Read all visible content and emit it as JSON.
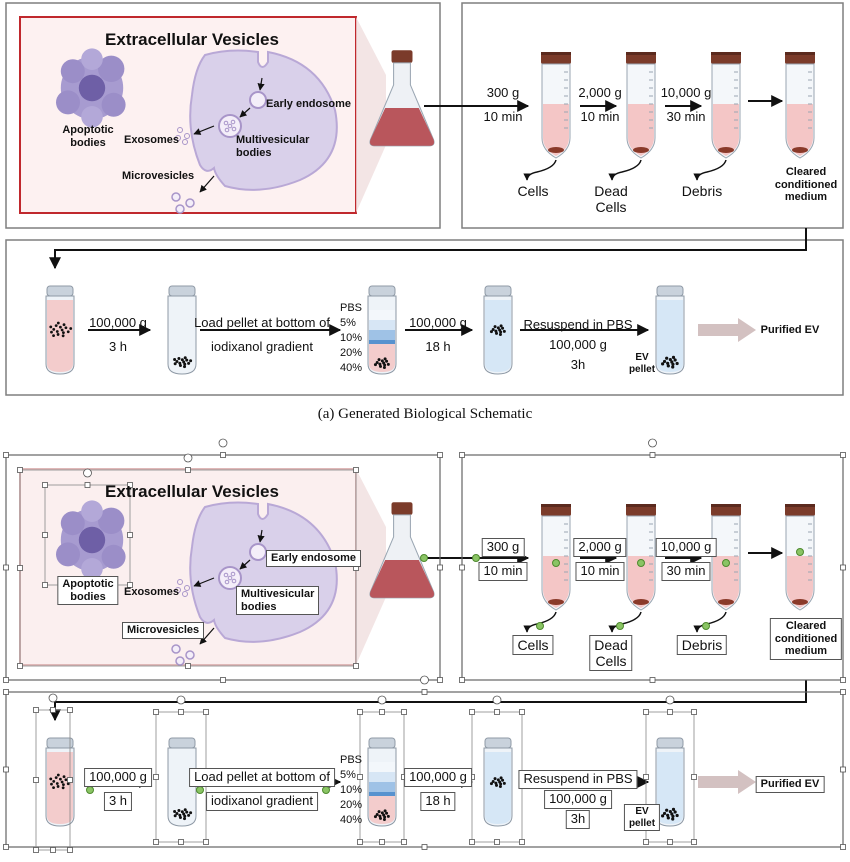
{
  "panel_a": {
    "ev": {
      "title": "Extracellular Vesicles",
      "apoptotic": "Apoptotic\nbodies",
      "exosomes": "Exosomes",
      "microvesicles": "Microvesicles",
      "early_endosome": "Early endosome",
      "mvb": "Multivesicular\nbodies"
    },
    "centrifuge": {
      "steps": [
        {
          "speed": "300 g",
          "time": "10 min"
        },
        {
          "speed": "2,000 g",
          "time": "10 min"
        },
        {
          "speed": "10,000 g",
          "time": "30 min"
        }
      ],
      "outputs": [
        "Cells",
        "Dead\nCells",
        "Debris"
      ],
      "cleared": "Cleared\nconditioned\nmedium"
    },
    "purification": {
      "step1_speed": "100,000 g",
      "step1_time": "3 h",
      "load_line1": "Load pellet at bottom of",
      "load_line2": "iodixanol gradient",
      "gradient": [
        "PBS",
        "5%",
        "10%",
        "20%",
        "40%"
      ],
      "step2_speed": "100,000 g",
      "step2_time": "18 h",
      "resuspend": "Resuspend in PBS",
      "step3_speed": "100,000 g",
      "step3_time": "3h",
      "ev_pellet": "EV\npellet",
      "final": "Purified EV"
    }
  },
  "caption_a": "(a) Generated Biological Schematic",
  "panel_b": {
    "ev": {
      "title": "Extracellular Vesicles",
      "apoptotic": "Apoptotic\nbodies",
      "exosomes": "Exosomes",
      "microvesicles": "Microvesicles",
      "early_endosome": "Early endosome",
      "mvb": "Multivesicular\nbodies"
    },
    "centrifuge": {
      "steps": [
        {
          "speed": "300 g",
          "time": "10 min"
        },
        {
          "speed": "2,000 g",
          "time": "10 min"
        },
        {
          "speed": "10,000 g",
          "time": "30 min"
        }
      ],
      "outputs": [
        "Cells",
        "Dead\nCells",
        "Debris"
      ],
      "cleared": "Cleared\nconditioned\nmedium"
    },
    "purification": {
      "step1_speed": "100,000 g",
      "step1_time": "3 h",
      "load_line1": "Load pellet at bottom of",
      "load_line2": "iodixanol gradient",
      "gradient": [
        "PBS",
        "5%",
        "10%",
        "20%",
        "40%"
      ],
      "step2_speed": "100,000 g",
      "step2_time": "18 h",
      "resuspend": "Resuspend in PBS",
      "step3_speed": "100,000 g",
      "step3_time": "3h",
      "ev_pellet": "EV\npellet",
      "final": "Purified EV"
    }
  },
  "colors": {
    "panel_border": "#7f7f7f",
    "ev_border": "#c0282d",
    "cell": "#d9d0ea",
    "tube_liquid": "#f2c4c4",
    "flask_liquid": "#b9565c",
    "cap": "#7b3b2a",
    "arrow_grey": "#d3c1c1",
    "handle_green": "#8ac464"
  }
}
